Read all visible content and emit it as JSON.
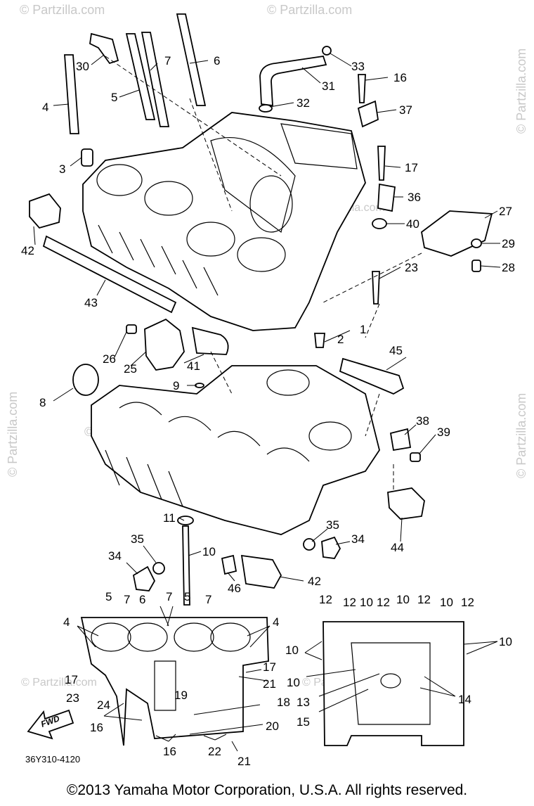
{
  "watermark": {
    "brand": "© Partzilla.com",
    "side_text": "© Partzilla.com"
  },
  "diagram_code": "36Y310-4120",
  "footer": "©2013  Yamaha Motor Corporation, U.S.A. All rights reserved.",
  "fwd_label": "FWD",
  "colors": {
    "ink": "#000000",
    "paper": "#ffffff",
    "watermark": "#c8c8c8"
  },
  "callouts": [
    "1",
    "2",
    "3",
    "4",
    "5",
    "6",
    "7",
    "8",
    "9",
    "10",
    "11",
    "12",
    "13",
    "14",
    "15",
    "16",
    "17",
    "18",
    "19",
    "20",
    "21",
    "22",
    "23",
    "24",
    "25",
    "26",
    "27",
    "28",
    "29",
    "30",
    "31",
    "32",
    "33",
    "34",
    "35",
    "36",
    "37",
    "38",
    "39",
    "40",
    "41",
    "42",
    "43",
    "44",
    "45",
    "46"
  ]
}
